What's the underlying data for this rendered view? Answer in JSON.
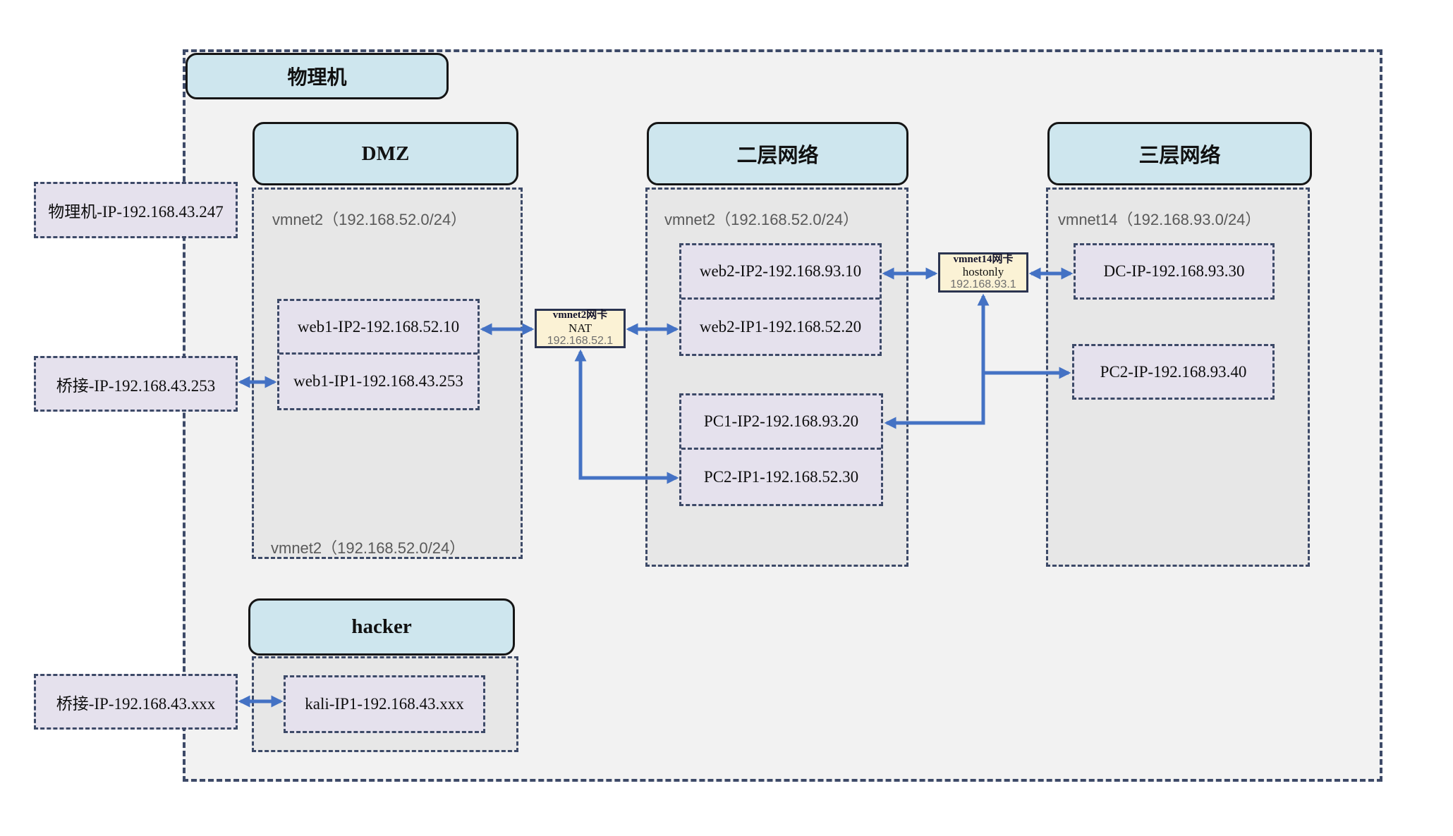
{
  "physical_host": {
    "title": "物理机"
  },
  "external_nodes": {
    "phys_ip": {
      "label": "物理机-IP-192.168.43.247"
    },
    "bridge_253": {
      "label": "桥接-IP-192.168.43.253"
    },
    "bridge_xxx": {
      "label": "桥接-IP-192.168.43.xxx"
    }
  },
  "zones": {
    "dmz": {
      "title": "DMZ",
      "subnet_label_top": "vmnet2（192.168.52.0/24）",
      "subnet_label_bottom": "vmnet2（192.168.52.0/24）",
      "nodes": {
        "web1_ip2": {
          "label": "web1-IP2-192.168.52.10"
        },
        "web1_ip1": {
          "label": "web1-IP1-192.168.43.253"
        }
      }
    },
    "layer2": {
      "title": "二层网络",
      "subnet_label": "vmnet2（192.168.52.0/24）",
      "nodes": {
        "web2_ip2": {
          "label": "web2-IP2-192.168.93.10"
        },
        "web2_ip1": {
          "label": "web2-IP1-192.168.52.20"
        },
        "pc1_ip2": {
          "label": "PC1-IP2-192.168.93.20"
        },
        "pc2_ip1": {
          "label": "PC2-IP1-192.168.52.30"
        }
      }
    },
    "layer3": {
      "title": "三层网络",
      "subnet_label": "vmnet14（192.168.93.0/24）",
      "nodes": {
        "dc": {
          "label": "DC-IP-192.168.93.30"
        },
        "pc2": {
          "label": "PC2-IP-192.168.93.40"
        }
      }
    },
    "hacker": {
      "title": "hacker",
      "nodes": {
        "kali": {
          "label": "kali-IP1-192.168.43.xxx"
        }
      }
    }
  },
  "adapters": {
    "vmnet2_nat": {
      "name": "vmnet2网卡",
      "mode": "NAT",
      "ip": "192.168.52.1"
    },
    "vmnet14_hostonly": {
      "name": "vmnet14网卡",
      "mode": "hostonly",
      "ip": "192.168.93.1"
    }
  },
  "colors": {
    "arrow_blue": "#4472C4",
    "dashed_border_navy": "#3D4A68",
    "header_fill_blue": "#CEE6EE",
    "node_fill_lavender": "#E5E1ED",
    "adapter_fill_yellow": "#FBF2D5",
    "zone_fill_gray": "#E7E7E7",
    "outer_fill_gray": "#F2F2F2",
    "subnet_label_gray": "#595959"
  }
}
